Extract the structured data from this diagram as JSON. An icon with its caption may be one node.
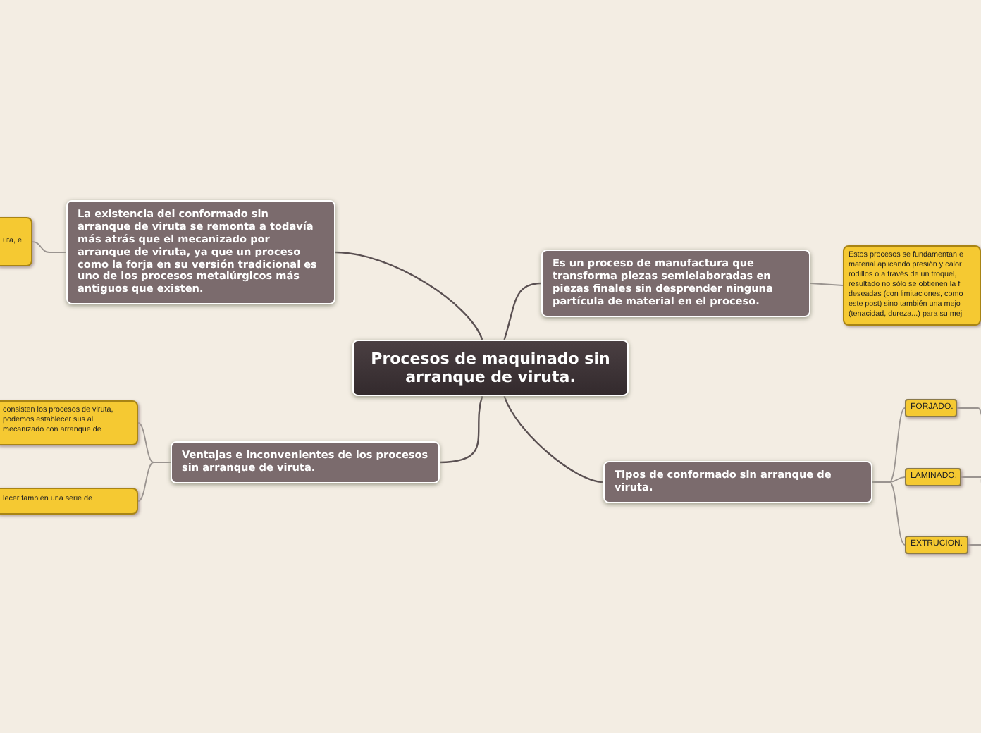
{
  "diagram": {
    "nodes": [
      {
        "text": [
          "Procesos de maquinado sin arranque de viruta."
        ]
      },
      {
        "text": [
          "La existencia del conformado sin arranque de viruta se remonta a todavía más atrás que el mecanizado por arranque de viruta, ya que un proceso como la forja en su versión tradicional es uno de los procesos metalúrgicos más antiguos que existen."
        ]
      },
      {
        "text": [
          "uta, e"
        ]
      },
      {
        "text": [
          "Es un proceso de manufactura que transforma piezas semielaboradas en piezas finales sin desprender ninguna partícula de material en el proceso."
        ]
      },
      {
        "text": [
          "Estos procesos se fundamentan e material aplicando presión y calor rodillos o a través de un troquel, resultado no sólo se obtienen la f deseadas (con limitaciones, como este post) sino también una mejo (tenacidad, dureza...) para su mej"
        ]
      },
      {
        "text": [
          "Ventajas e inconvenientes de los procesos sin arranque de viruta."
        ]
      },
      {
        "text": [
          "consisten los procesos de viruta, podemos establecer sus al mecanizado con arranque de"
        ]
      },
      {
        "text": [
          "lecer también una serie de"
        ]
      },
      {
        "text": [
          "Tipos de conformado sin arranque de viruta."
        ]
      },
      {
        "text": [
          "FORJADO."
        ]
      },
      {
        "text": [
          "LAMINADO."
        ]
      },
      {
        "text": [
          "EXTRUCION."
        ]
      }
    ],
    "edges": [
      {
        "from": 0,
        "to": 1,
        "arrow": "none"
      },
      {
        "from": 1,
        "to": 2,
        "arrow": "none"
      },
      {
        "from": 0,
        "to": 3,
        "arrow": "none"
      },
      {
        "from": 3,
        "to": 4,
        "arrow": "none"
      },
      {
        "from": 0,
        "to": 5,
        "arrow": "none"
      },
      {
        "from": 5,
        "to": 6,
        "arrow": "none"
      },
      {
        "from": 5,
        "to": 7,
        "arrow": "none"
      },
      {
        "from": 0,
        "to": 8,
        "arrow": "none"
      },
      {
        "from": 8,
        "to": 9,
        "arrow": "none"
      },
      {
        "from": 8,
        "to": 10,
        "arrow": "none"
      },
      {
        "from": 8,
        "to": 11,
        "arrow": "none"
      },
      {
        "from": 9,
        "to": null,
        "arrow": "none"
      },
      {
        "from": 10,
        "to": null,
        "arrow": "none"
      },
      {
        "from": 11,
        "to": null,
        "arrow": "none"
      }
    ]
  }
}
